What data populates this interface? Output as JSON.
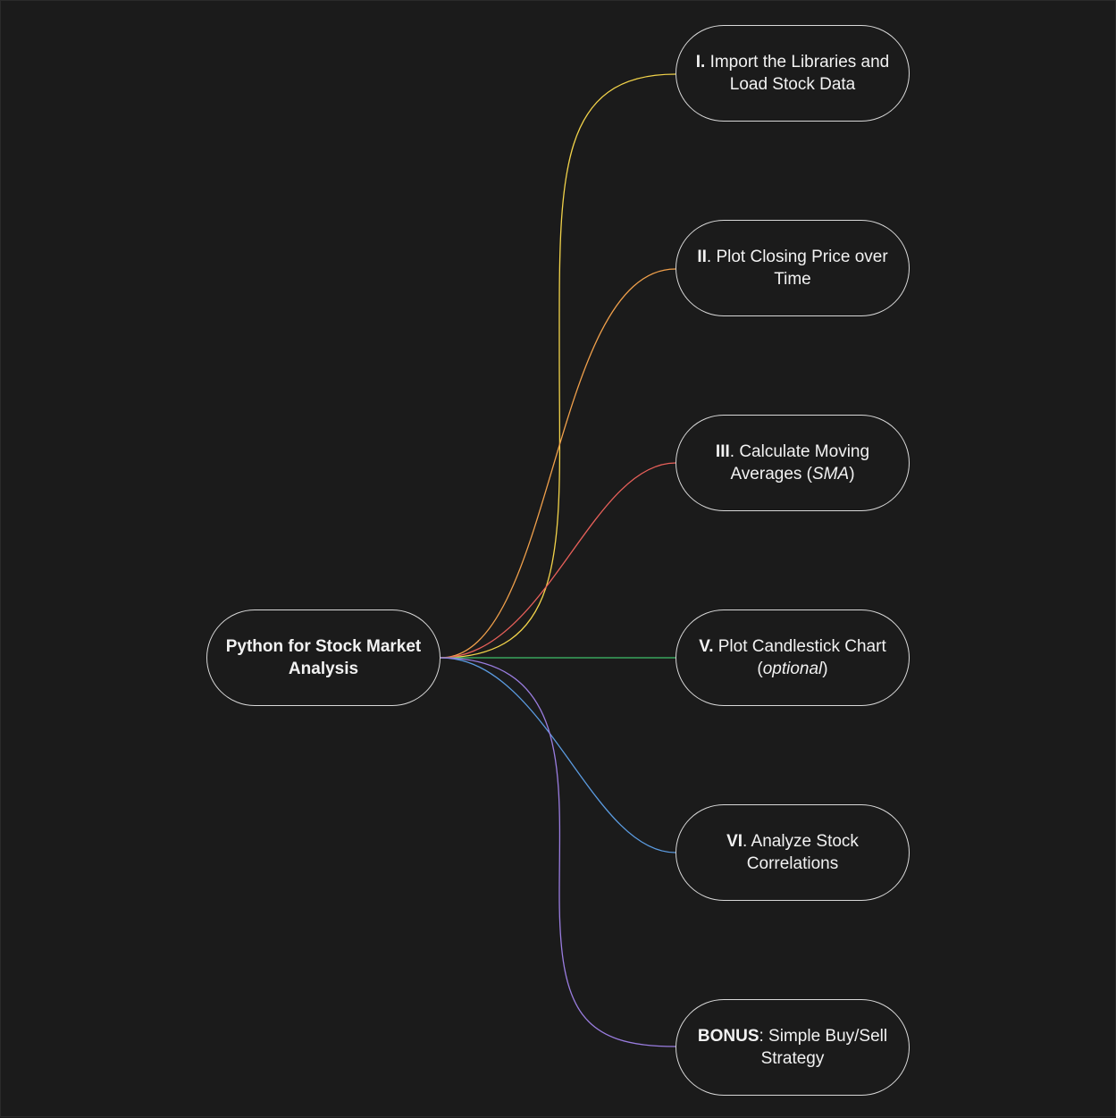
{
  "root": {
    "label": "Python for Stock Market Analysis"
  },
  "branches": [
    {
      "prefix": "I.",
      "text_before": " Import the Libraries and Load Stock Data",
      "emphasis": "",
      "text_after": "",
      "color": "#f2d34a"
    },
    {
      "prefix": "II",
      "text_before": ". Plot Closing Price over Time",
      "emphasis": "",
      "text_after": "",
      "color": "#f0a04b"
    },
    {
      "prefix": "III",
      "text_before": ". Calculate Moving Averages (",
      "emphasis": "SMA",
      "text_after": ")",
      "color": "#e8605a"
    },
    {
      "prefix": "V.",
      "text_before": " Plot Candlestick Chart (",
      "emphasis": "optional",
      "text_after": ")",
      "color": "#3fbf6a"
    },
    {
      "prefix": "VI",
      "text_before": ". Analyze Stock Correlations",
      "emphasis": "",
      "text_after": "",
      "color": "#5b9be0"
    },
    {
      "prefix": "BONUS",
      "text_before": ": Simple Buy/Sell Strategy",
      "emphasis": "",
      "text_after": "",
      "color": "#9a7de0"
    }
  ]
}
